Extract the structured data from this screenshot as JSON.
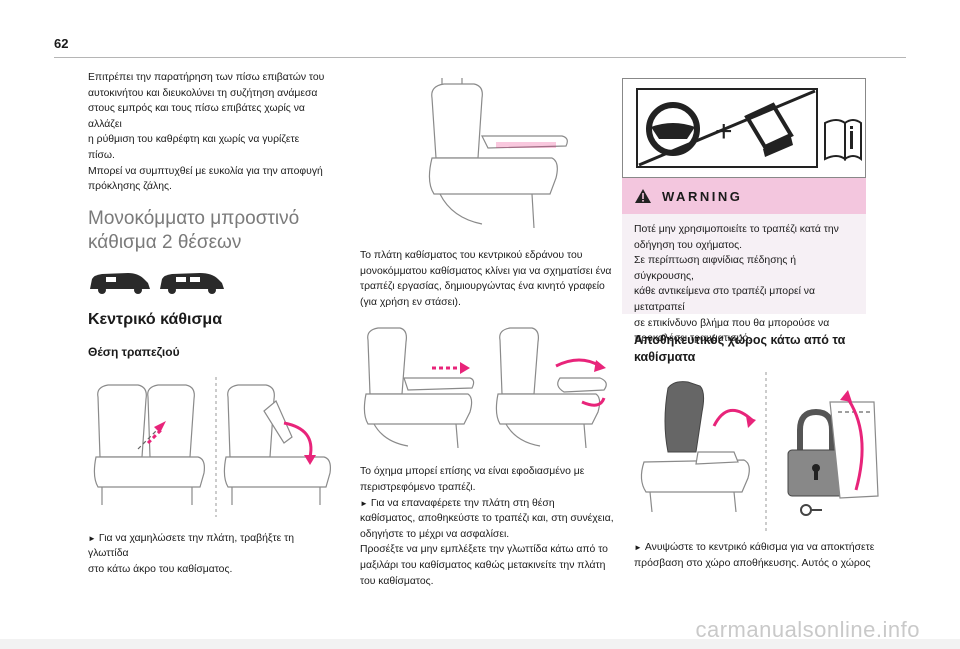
{
  "page": {
    "number": "62"
  },
  "col1": {
    "intro": [
      "Επιτρέπει την παρατήρηση των πίσω επιβατών του",
      "αυτοκινήτου και διευκολύνει τη συζήτηση ανάμεσα",
      "στους εμπρός και τους πίσω επιβάτες χωρίς να αλλάζει",
      "η ρύθμιση του καθρέφτη και χωρίς να γυρίζετε πίσω.",
      "Μπορεί να συμπτυχθεί με ευκολία για την αποφυγή",
      "πρόκλησης ζάλης."
    ],
    "section_title": [
      "Μονοκόμματο μπροστινό",
      "κάθισμα 2 θέσεων"
    ],
    "heading": "Κεντρικό κάθισμα",
    "subheading": "Θέση τραπεζιού",
    "caption": [
      "Για να χαμηλώσετε την πλάτη, τραβήξτε τη γλωττίδα",
      "στο κάτω άκρο του καθίσματος."
    ]
  },
  "col2": {
    "para1": [
      "Το πλάτη καθίσματος του κεντρικού εδράνου του",
      "μονοκόμματου καθίσματος κλίνει για να σχηματίσει ένα",
      "τραπέζι εργασίας, δημιουργώντας ένα κινητό γραφείο",
      "(για χρήση εν στάσει)."
    ],
    "para2": [
      "Το όχημα μπορεί επίσης να είναι εφοδιασμένο με",
      "περιστρεφόμενο τραπέζι."
    ],
    "bullet": [
      "Για να επαναφέρετε την πλάτη στη θέση",
      "καθίσματος, αποθηκεύστε το τραπέζι και, στη συνέχεια,",
      "οδηγήστε το μέχρι να ασφαλίσει."
    ],
    "para3": [
      "Προσέξτε να μην εμπλέξετε την γλωττίδα κάτω από το",
      "μαξιλάρι του καθίσματος καθώς μετακινείτε την πλάτη",
      "του καθίσματος."
    ]
  },
  "col3": {
    "warning_label": "WARNING",
    "warning_text": [
      "Ποτέ μην χρησιμοποιείτε το τραπέζι κατά την",
      "οδήγηση του οχήματος.",
      "Σε περίπτωση αιφνίδιας πέδησης ή σύγκρουσης,",
      "κάθε αντικείμενα στο τραπέζι μπορεί να μετατραπεί",
      "σε επικίνδυνο βλήμα που θα μπορούσε να",
      "προκαλέσει τραυματισμό."
    ],
    "heading": [
      "Αποθηκευτικός χώρος κάτω από τα",
      "καθίσματα"
    ],
    "caption": [
      "Ανυψώστε το κεντρικό κάθισμα για να αποκτήσετε",
      "πρόσβαση στο χώρο αποθήκευσης. Αυτός ο χώρος"
    ]
  },
  "watermark": "carmanualsonline.info",
  "colors": {
    "accent": "#e8247a",
    "warning_header": "#f3c6de",
    "warning_body": "#f6f0f5"
  }
}
